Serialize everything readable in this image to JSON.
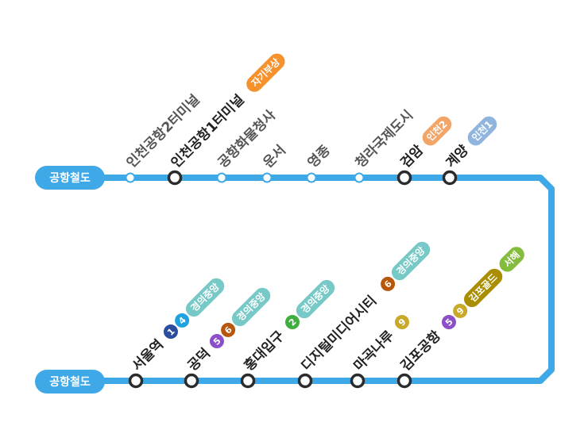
{
  "line": {
    "name": "공항철도",
    "color": "#3fa9e8"
  },
  "colors": {
    "line4": "#1ea3df",
    "line1": "#2a4da0",
    "line5": "#8c4fc9",
    "line6": "#b8560b",
    "line2": "#3fae3f",
    "line9": "#c8a92a",
    "gyeongui": "#76c9c6",
    "jagi": "#f5922d",
    "incheon2": "#f3a568",
    "incheon1": "#8fb5df",
    "gimpo": "#a88e00",
    "seohae": "#84bc3d"
  },
  "top_stations": [
    {
      "name": "인천공항2터미널",
      "transfer": false,
      "tags": []
    },
    {
      "name": "인천공항1터미널",
      "transfer": true,
      "tags": [
        {
          "type": "pill",
          "text": "자기부상",
          "color": "jagi"
        }
      ]
    },
    {
      "name": "공항화물청사",
      "transfer": false,
      "tags": []
    },
    {
      "name": "운서",
      "transfer": false,
      "tags": []
    },
    {
      "name": "영종",
      "transfer": false,
      "tags": []
    },
    {
      "name": "청라국제도시",
      "transfer": false,
      "tags": []
    },
    {
      "name": "검암",
      "transfer": true,
      "tags": [
        {
          "type": "pill",
          "text": "인천2",
          "color": "incheon2"
        }
      ]
    },
    {
      "name": "계양",
      "transfer": true,
      "tags": [
        {
          "type": "pill",
          "text": "인천1",
          "color": "incheon1"
        }
      ]
    }
  ],
  "bottom_stations": [
    {
      "name": "서울역",
      "transfer": true,
      "tags": [
        {
          "type": "badge",
          "text": "1",
          "color": "line1"
        },
        {
          "type": "badge",
          "text": "4",
          "color": "line4"
        },
        {
          "type": "pill",
          "text": "경의중앙",
          "color": "gyeongui"
        }
      ]
    },
    {
      "name": "공덕",
      "transfer": true,
      "tags": [
        {
          "type": "badge",
          "text": "5",
          "color": "line5"
        },
        {
          "type": "badge",
          "text": "6",
          "color": "line6"
        },
        {
          "type": "pill",
          "text": "경의중앙",
          "color": "gyeongui"
        }
      ]
    },
    {
      "name": "홍대입구",
      "transfer": true,
      "tags": [
        {
          "type": "badge",
          "text": "2",
          "color": "line2"
        },
        {
          "type": "pill",
          "text": "경의중앙",
          "color": "gyeongui"
        }
      ]
    },
    {
      "name": "디지털미디어시티",
      "transfer": true,
      "tags": [
        {
          "type": "badge",
          "text": "6",
          "color": "line6"
        },
        {
          "type": "pill",
          "text": "경의중앙",
          "color": "gyeongui"
        }
      ]
    },
    {
      "name": "마곡나루",
      "transfer": true,
      "tags": [
        {
          "type": "badge",
          "text": "9",
          "color": "line9"
        }
      ]
    },
    {
      "name": "김포공항",
      "transfer": true,
      "tags": [
        {
          "type": "badge",
          "text": "5",
          "color": "line5"
        },
        {
          "type": "badge",
          "text": "9",
          "color": "line9"
        },
        {
          "type": "pill",
          "text": "김포골드",
          "color": "gimpo"
        },
        {
          "type": "pill",
          "text": "서해",
          "color": "seohae"
        }
      ]
    }
  ]
}
